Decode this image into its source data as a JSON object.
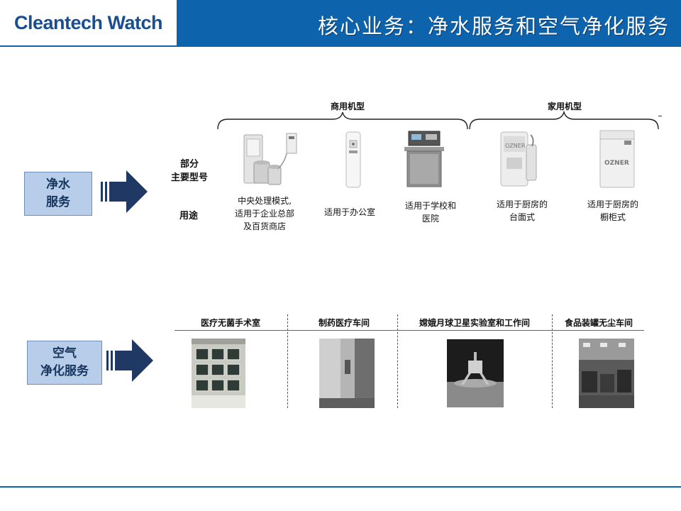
{
  "header": {
    "logo": "Cleantech Watch",
    "title": "核心业务：净水服务和空气净化服务"
  },
  "water": {
    "category": [
      "净水",
      "服务"
    ],
    "label_models": [
      "部分",
      "主要型号"
    ],
    "label_use": "用途",
    "group_commercial": "商用机型",
    "group_home": "家用机型",
    "products": [
      {
        "icon": "central-purifier-icon",
        "caption": [
          "中央处理模式,",
          "适用于企业总部",
          "及百货商店"
        ]
      },
      {
        "icon": "office-dispenser-icon",
        "caption": [
          "适用于办公室"
        ]
      },
      {
        "icon": "school-purifier-icon",
        "caption": [
          "适用于学校和",
          "医院"
        ]
      },
      {
        "icon": "countertop-purifier-icon",
        "caption": [
          "适用于厨房的",
          "台面式"
        ]
      },
      {
        "icon": "cabinet-purifier-icon",
        "caption": [
          "适用于厨房的",
          "橱柜式"
        ]
      }
    ],
    "brand_mark": "OZNER"
  },
  "air": {
    "category": [
      "空气",
      "净化服务"
    ],
    "columns": [
      {
        "header": "医疗无菌手术室",
        "icon": "operating-room-photo"
      },
      {
        "header": "制药医疗车间",
        "icon": "pharma-workshop-photo"
      },
      {
        "header": "嫦娥月球卫星实验室和工作间",
        "icon": "lunar-satellite-lab-photo"
      },
      {
        "header": "食品装罐无尘车间",
        "icon": "food-canning-cleanroom-photo"
      }
    ]
  },
  "colors": {
    "header_blue": "#0e63ad",
    "category_fill": "#b7cdea",
    "category_text": "#17365d",
    "arrow": "#1f3864"
  }
}
